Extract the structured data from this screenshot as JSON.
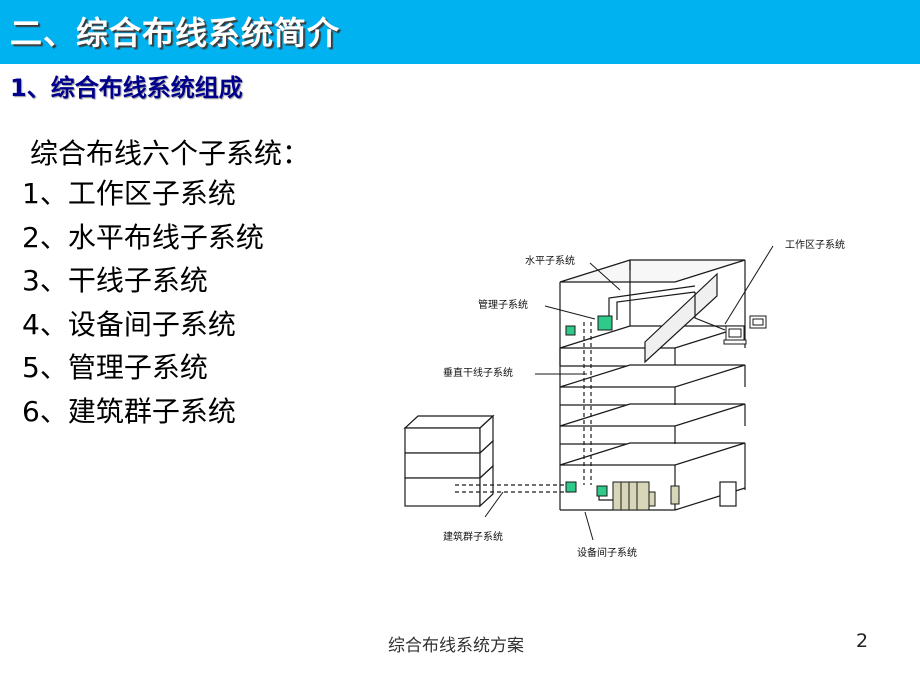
{
  "slide": {
    "title": "二、综合布线系统简介",
    "subtitle": "1、综合布线系统组成",
    "list_heading": "综合布线六个子系统：",
    "items": [
      "1、工作区子系统",
      "2、水平布线子系统",
      "3、干线子系统",
      "4、设备间子系统",
      "5、管理子系统",
      "6、建筑群子系统"
    ]
  },
  "diagram": {
    "labels": {
      "horizontal": "水平子系统",
      "work_area": "工作区子系统",
      "management": "管理子系统",
      "backbone": "垂直干线子系统",
      "campus": "建筑群子系统",
      "equipment_room": "设备间子系统"
    },
    "colors": {
      "equipment": "#2fc98a",
      "line": "#1a1a1a"
    }
  },
  "footer": {
    "text": "综合布线系统方案",
    "page": "2"
  }
}
